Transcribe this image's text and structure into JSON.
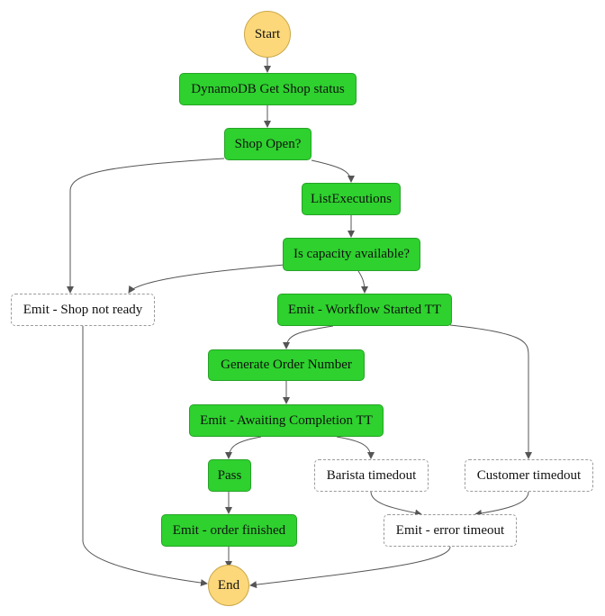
{
  "colors": {
    "task_fill": "#2ed12e",
    "terminal_fill": "#fdd87a",
    "dashed_fill": "#ffffff",
    "edge": "#555555"
  },
  "nodes": {
    "start": "Start",
    "dynamodb": "DynamoDB Get Shop status",
    "shop_open": "Shop Open?",
    "list_executions": "ListExecutions",
    "capacity": "Is capacity available?",
    "shop_not_ready": "Emit - Shop not ready",
    "workflow_started": "Emit - Workflow Started TT",
    "generate_order": "Generate Order Number",
    "awaiting_completion": "Emit - Awaiting Completion TT",
    "pass": "Pass",
    "barista_timeout": "Barista timedout",
    "customer_timeout": "Customer timedout",
    "order_finished": "Emit - order finished",
    "error_timeout": "Emit - error timeout",
    "end": "End"
  }
}
